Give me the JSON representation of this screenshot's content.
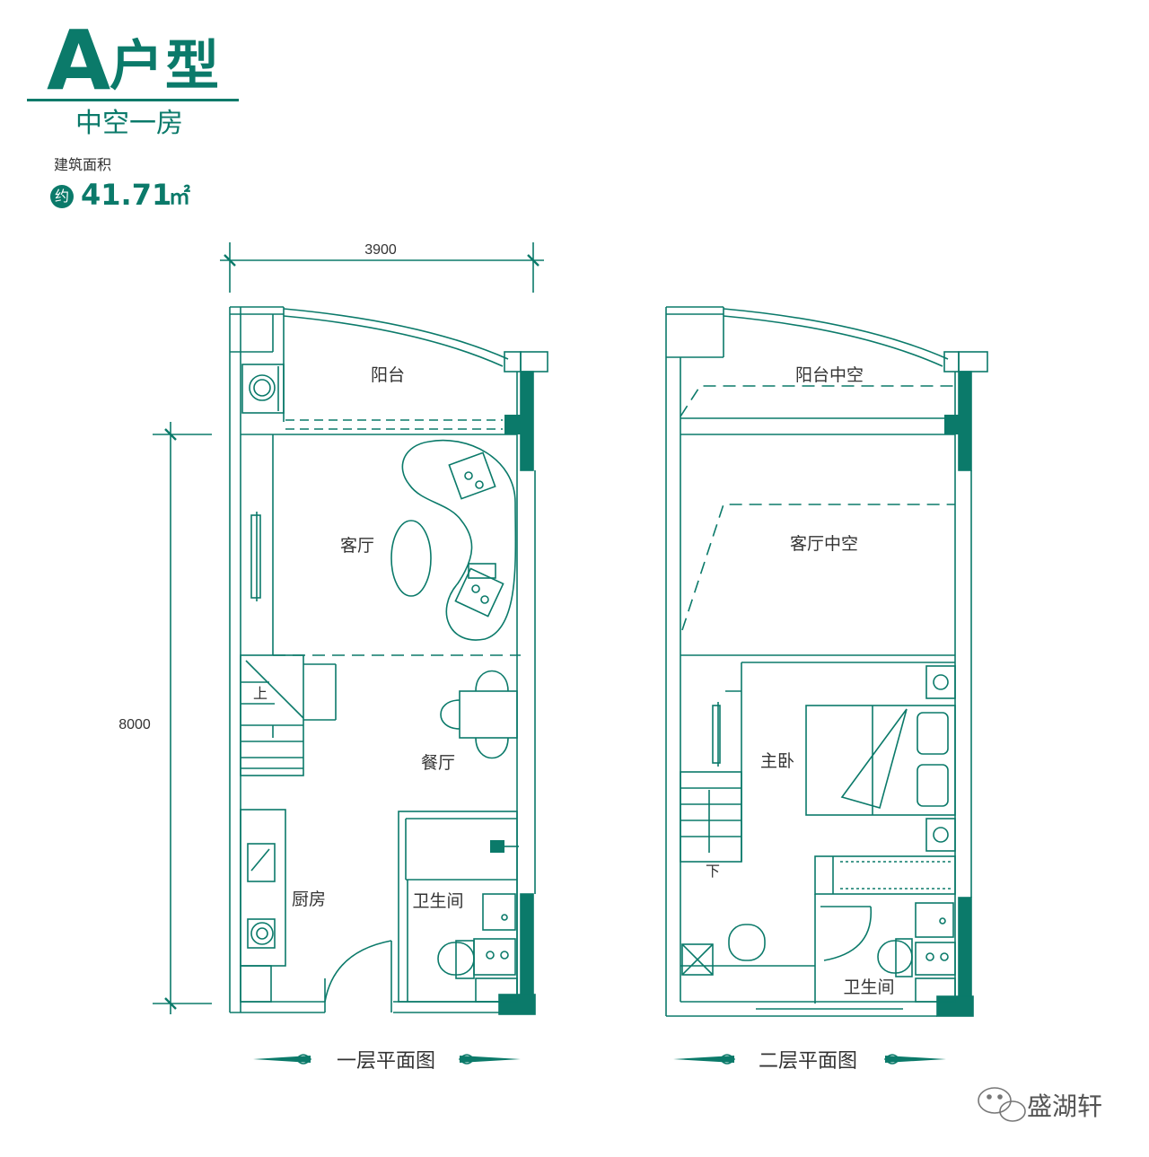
{
  "header": {
    "title_letter": "A",
    "title_suffix": "户型",
    "subtitle": "中空一房",
    "area_label": "建筑面积",
    "area_prefix": "约",
    "area_value": "41.71",
    "area_unit": "㎡"
  },
  "dimensions": {
    "width": "3900",
    "depth": "8000"
  },
  "floor1": {
    "caption": "一层平面图",
    "rooms": {
      "balcony": "阳台",
      "living": "客厅",
      "dining": "餐厅",
      "kitchen": "厨房",
      "bathroom": "卫生间",
      "stairs_up": "上"
    }
  },
  "floor2": {
    "caption": "二层平面图",
    "rooms": {
      "balcony_void": "阳台中空",
      "living_void": "客厅中空",
      "master_bedroom": "主卧",
      "bathroom": "卫生间",
      "stairs_down": "下"
    }
  },
  "watermark": {
    "text": "盛湖轩"
  },
  "colors": {
    "primary": "#0b7a6a",
    "wall": "#0b7a6a"
  }
}
